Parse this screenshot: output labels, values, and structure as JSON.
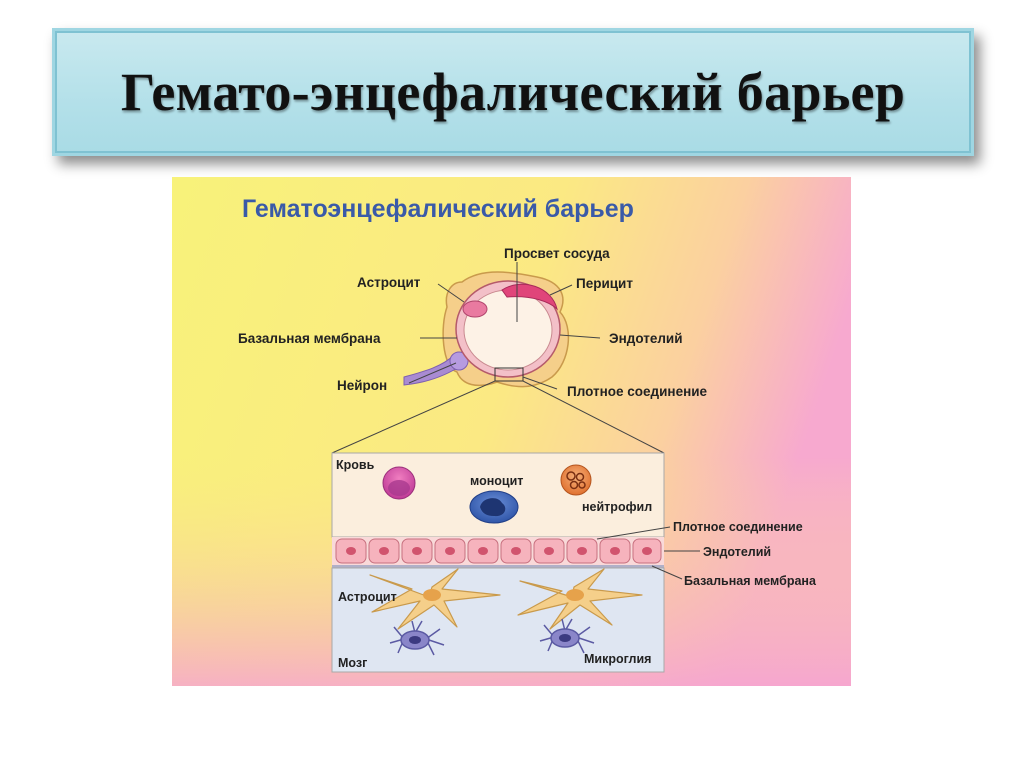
{
  "slide": {
    "title": "Гемато-энцефалический барьер"
  },
  "figure": {
    "heading": "Гематоэнцефалический барьер",
    "top_labels": {
      "lumen": "Просвет сосуда",
      "astrocyte": "Астроцит",
      "pericyte": "Перицит",
      "basal_membrane": "Базальная мембрана",
      "endothelium": "Эндотелий",
      "neuron": "Нейрон",
      "tight_junction": "Плотное соединение"
    },
    "bottom_labels": {
      "blood": "Кровь",
      "monocyte": "моноцит",
      "neutrophil": "нейтрофил",
      "tight_junction": "Плотное соединение",
      "endothelium": "Эндотелий",
      "basal_membrane": "Базальная мембрана",
      "astrocyte": "Астроцит",
      "brain": "Мозг",
      "microglia": "Микроглия"
    },
    "colors": {
      "background_yellow": "#f8f27a",
      "background_pink": "#f7a9cf",
      "heading_blue": "#3a5aa8",
      "blood_zone": "#fbeedd",
      "brain_zone": "#dfe6f2",
      "endothelial_cell": "#f6b3bd",
      "astrocyte": "#f5cf8a",
      "microglia": "#8a86c9",
      "pericyte": "#e0457a"
    }
  }
}
